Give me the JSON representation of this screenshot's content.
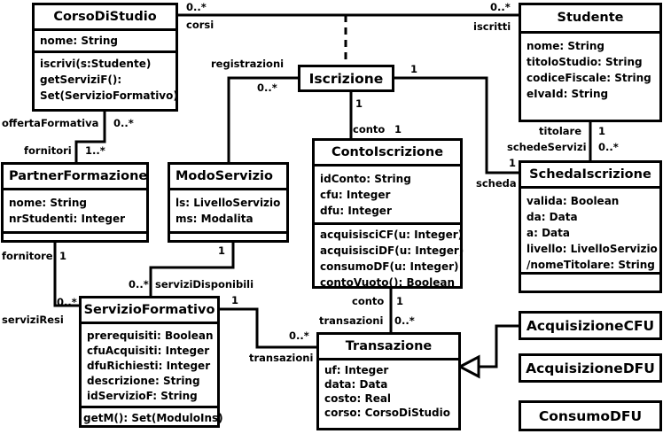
{
  "classes": {
    "corso": {
      "name": "CorsoDiStudio",
      "attrs": [
        "nome: String"
      ],
      "ops": [
        "iscrivi(s:Studente)",
        "getServiziF():",
        "Set(ServizioFormativo)"
      ]
    },
    "studente": {
      "name": "Studente",
      "attrs": [
        "nome: String",
        "titoloStudio: String",
        "codiceFiscale: String",
        "eIvaId: String"
      ]
    },
    "iscrizione": {
      "name": "Iscrizione"
    },
    "conto": {
      "name": "ContoIscrizione",
      "attrs": [
        "idConto: String",
        "cfu: Integer",
        "dfu: Integer"
      ],
      "ops": [
        "acquisisciCF(u: Integer)",
        "acquisisciDF(u: Integer)",
        "consumoDF(u: Integer)",
        "contoVuoto(): Boolean"
      ]
    },
    "scheda": {
      "name": "SchedaIscrizione",
      "attrs": [
        "valida: Boolean",
        "da: Data",
        "a: Data",
        "livello: LivelloServizio",
        "/nomeTitolare: String"
      ]
    },
    "partner": {
      "name": "PartnerFormazione",
      "attrs": [
        "nome: String",
        "nrStudenti: Integer"
      ]
    },
    "modo": {
      "name": "ModoServizio",
      "attrs": [
        "ls: LivelloServizio",
        "ms: Modalita"
      ]
    },
    "servizio": {
      "name": "ServizioFormativo",
      "attrs": [
        "prerequisiti: Boolean",
        "cfuAcquisiti: Integer",
        "dfuRichiesti: Integer",
        "descrizione: String",
        "idServizioF: String"
      ],
      "ops": [
        "getM(): Set(ModuloIns)"
      ]
    },
    "transazione": {
      "name": "Transazione",
      "attrs": [
        "uf: Integer",
        "data: Data",
        "costo: Real",
        "corso: CorsoDiStudio"
      ]
    },
    "acqCFU": {
      "name": "AcquisizioneCFU"
    },
    "acqDFU": {
      "name": "AcquisizioneDFU"
    },
    "consumo": {
      "name": "ConsumoDFU"
    }
  },
  "labels": {
    "m_corsi": "0..*",
    "corsi": "corsi",
    "m_iscritti": "0..*",
    "iscritti": "iscritti",
    "registrazioni": "registrazioni",
    "m_registrazioni": "0..*",
    "m_isc_scheda": "1",
    "m_isc_conto1": "1",
    "conto_role1": "conto",
    "m_isc_conto2": "1",
    "offertaFormativa": "offertaFormativa",
    "m_offerta": "0..*",
    "fornitori": "fornitori",
    "m_fornitori": "1..*",
    "titolare": "titolare",
    "m_titolare": "1",
    "schedeServizi": "schedeServizi",
    "m_schede": "0..*",
    "m_scheda1": "1",
    "scheda": "scheda",
    "fornitore": "fornitore",
    "m_fornitore": "1",
    "m_serviziResi": "0..*",
    "serviziResi": "serviziResi",
    "m_modo1": "1",
    "m_disp": "0..*",
    "serviziDisponibili": "serviziDisponibili",
    "m_serv_tr": "1",
    "m_tr": "0..*",
    "transazioni1": "transazioni",
    "conto_role2": "conto",
    "m_conto_tr1": "1",
    "transazioni2": "transazioni",
    "m_conto_tr2": "0..*"
  }
}
